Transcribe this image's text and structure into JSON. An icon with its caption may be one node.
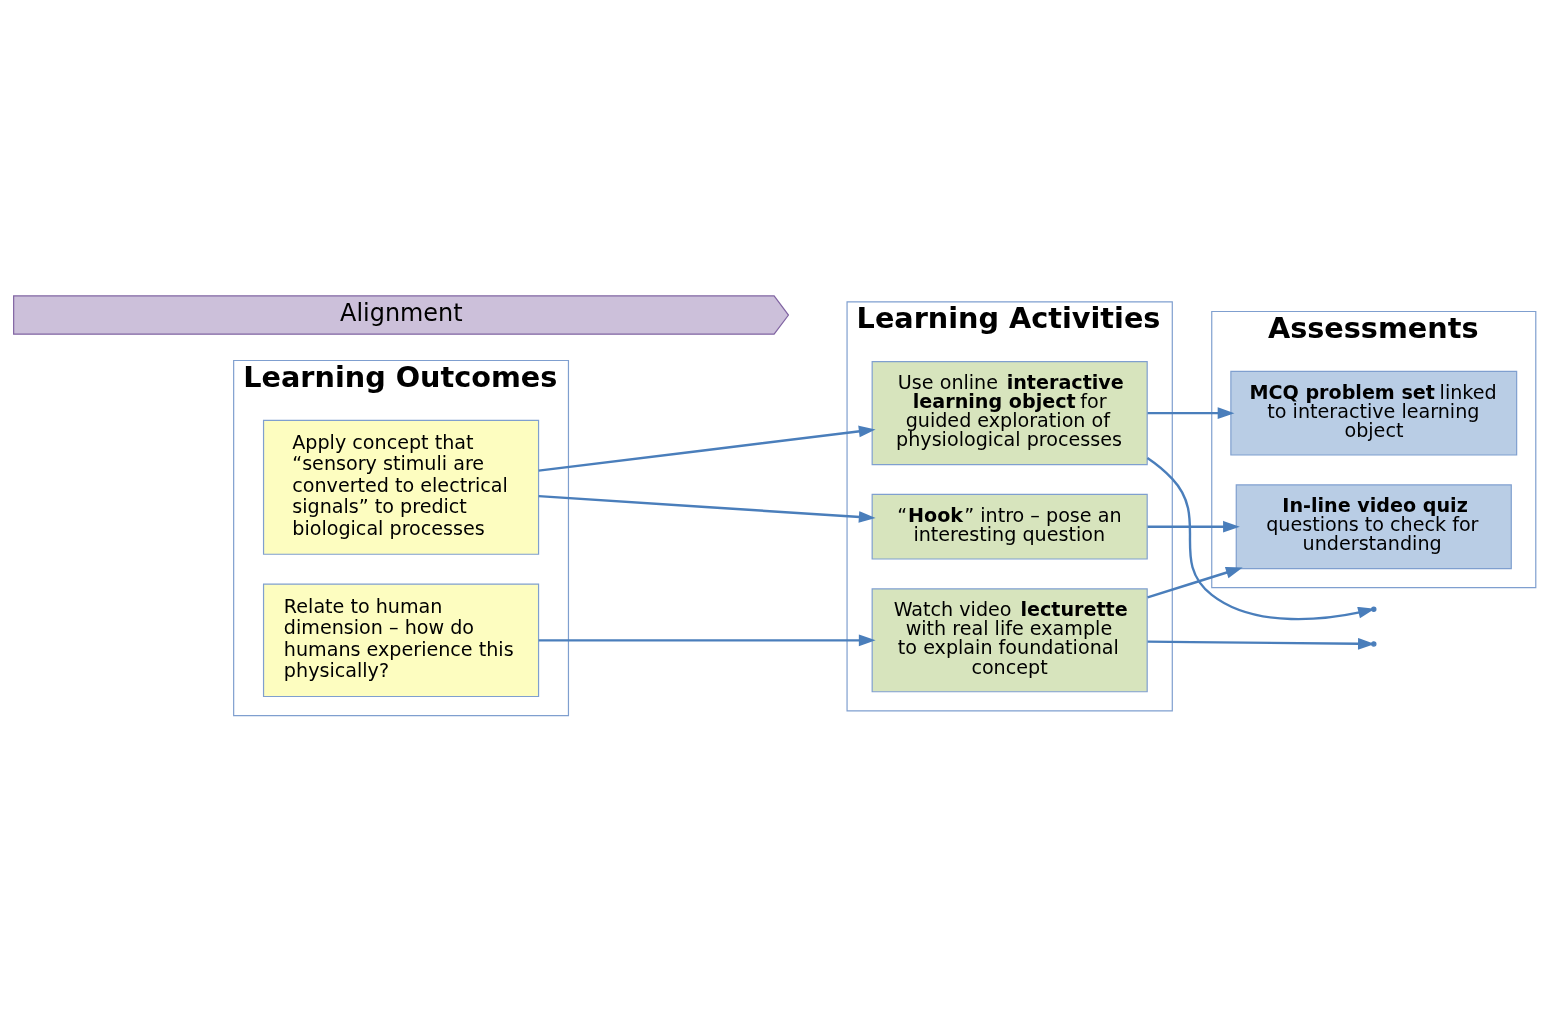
{
  "diagram": {
    "nodes": [
      {
        "text": [
          "Learning Outcomes"
        ]
      },
      {
        "text": [
          "Learning Activities"
        ]
      },
      {
        "text": [
          "Assessments"
        ]
      },
      {
        "text": [
          "Apply concept that “sensory stimuli are converted to electrical signals” to predict biological processes"
        ],
        "in": 0
      },
      {
        "text": [
          "Relate to human dimension – how do humans experience this physically?"
        ],
        "in": 0
      },
      {
        "text": [
          "“**Hook**” intro – pose an interesting question"
        ],
        "in": 1
      },
      {
        "text": [
          "Watch video **lecturette** with real life example to explain foundational concept"
        ],
        "in": 1
      },
      {
        "text": [
          "Use online **interactive learning object** for guided exploration of physiological processes"
        ],
        "in": 1
      },
      {
        "text": [
          "**In-line video quiz** questions to check for understanding"
        ],
        "in": 2
      },
      {
        "text": [
          "**MCQ problem set** linked to interactive learning object"
        ],
        "in": 2
      },
      {
        "text": [
          "Alignment"
        ]
      }
    ],
    "edges": [
      {
        "from": 3,
        "to": 5,
        "arrow": "to"
      },
      {
        "from": 3,
        "to": 7,
        "arrow": "to"
      },
      {
        "from": 4,
        "to": 6,
        "arrow": "to"
      },
      {
        "from": 5,
        "to": 8,
        "arrow": "to"
      },
      {
        "from": 6,
        "to": 8,
        "arrow": "to"
      },
      {
        "from": 6,
        "to": null,
        "arrow": "to"
      },
      {
        "from": 7,
        "to": 9,
        "arrow": "to"
      },
      {
        "from": 7,
        "to": null,
        "arrow": "to"
      }
    ]
  }
}
